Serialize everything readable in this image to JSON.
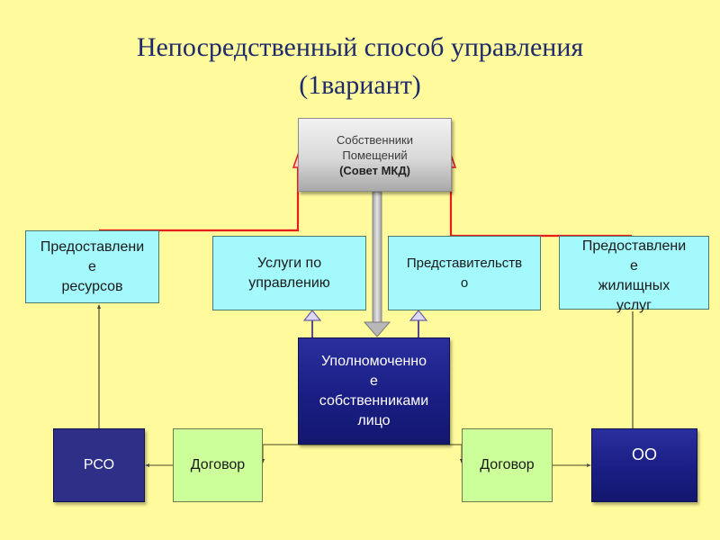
{
  "title": {
    "line1": "Непосредственный способ управления",
    "line2": "(1вариант)"
  },
  "nodes": {
    "owners": {
      "line1": "Собственники",
      "line2": "Помещений",
      "line3": "(Совет МКД)"
    },
    "resources": {
      "line1": "Предоставлени",
      "line2": "е",
      "line3": "ресурсов"
    },
    "services": {
      "line1": "Услуги по",
      "line2": "управлению"
    },
    "representation": {
      "line1": "Представительств",
      "line2": "о"
    },
    "housing": {
      "line1": "Предоставлени",
      "line2": "е",
      "line3": "жилищных",
      "line4": "услуг"
    },
    "authorized": {
      "line1": "Уполномоченно",
      "line2": "е",
      "line3": "собственниками",
      "line4": "лицо"
    },
    "rso": {
      "label": "РСО"
    },
    "contract_left": {
      "label": "Договор"
    },
    "contract_right": {
      "label": "Договор"
    },
    "oo": {
      "label": "ОО"
    }
  },
  "colors": {
    "background": "#FFFB9C",
    "title": "#1F2A6B",
    "cyan_box": "#A4F9FC",
    "green_box": "#CCFF99",
    "navy_box": "#1B1F86",
    "red_connector": "#E81E1E",
    "grey_box": "#D9D9D9"
  }
}
